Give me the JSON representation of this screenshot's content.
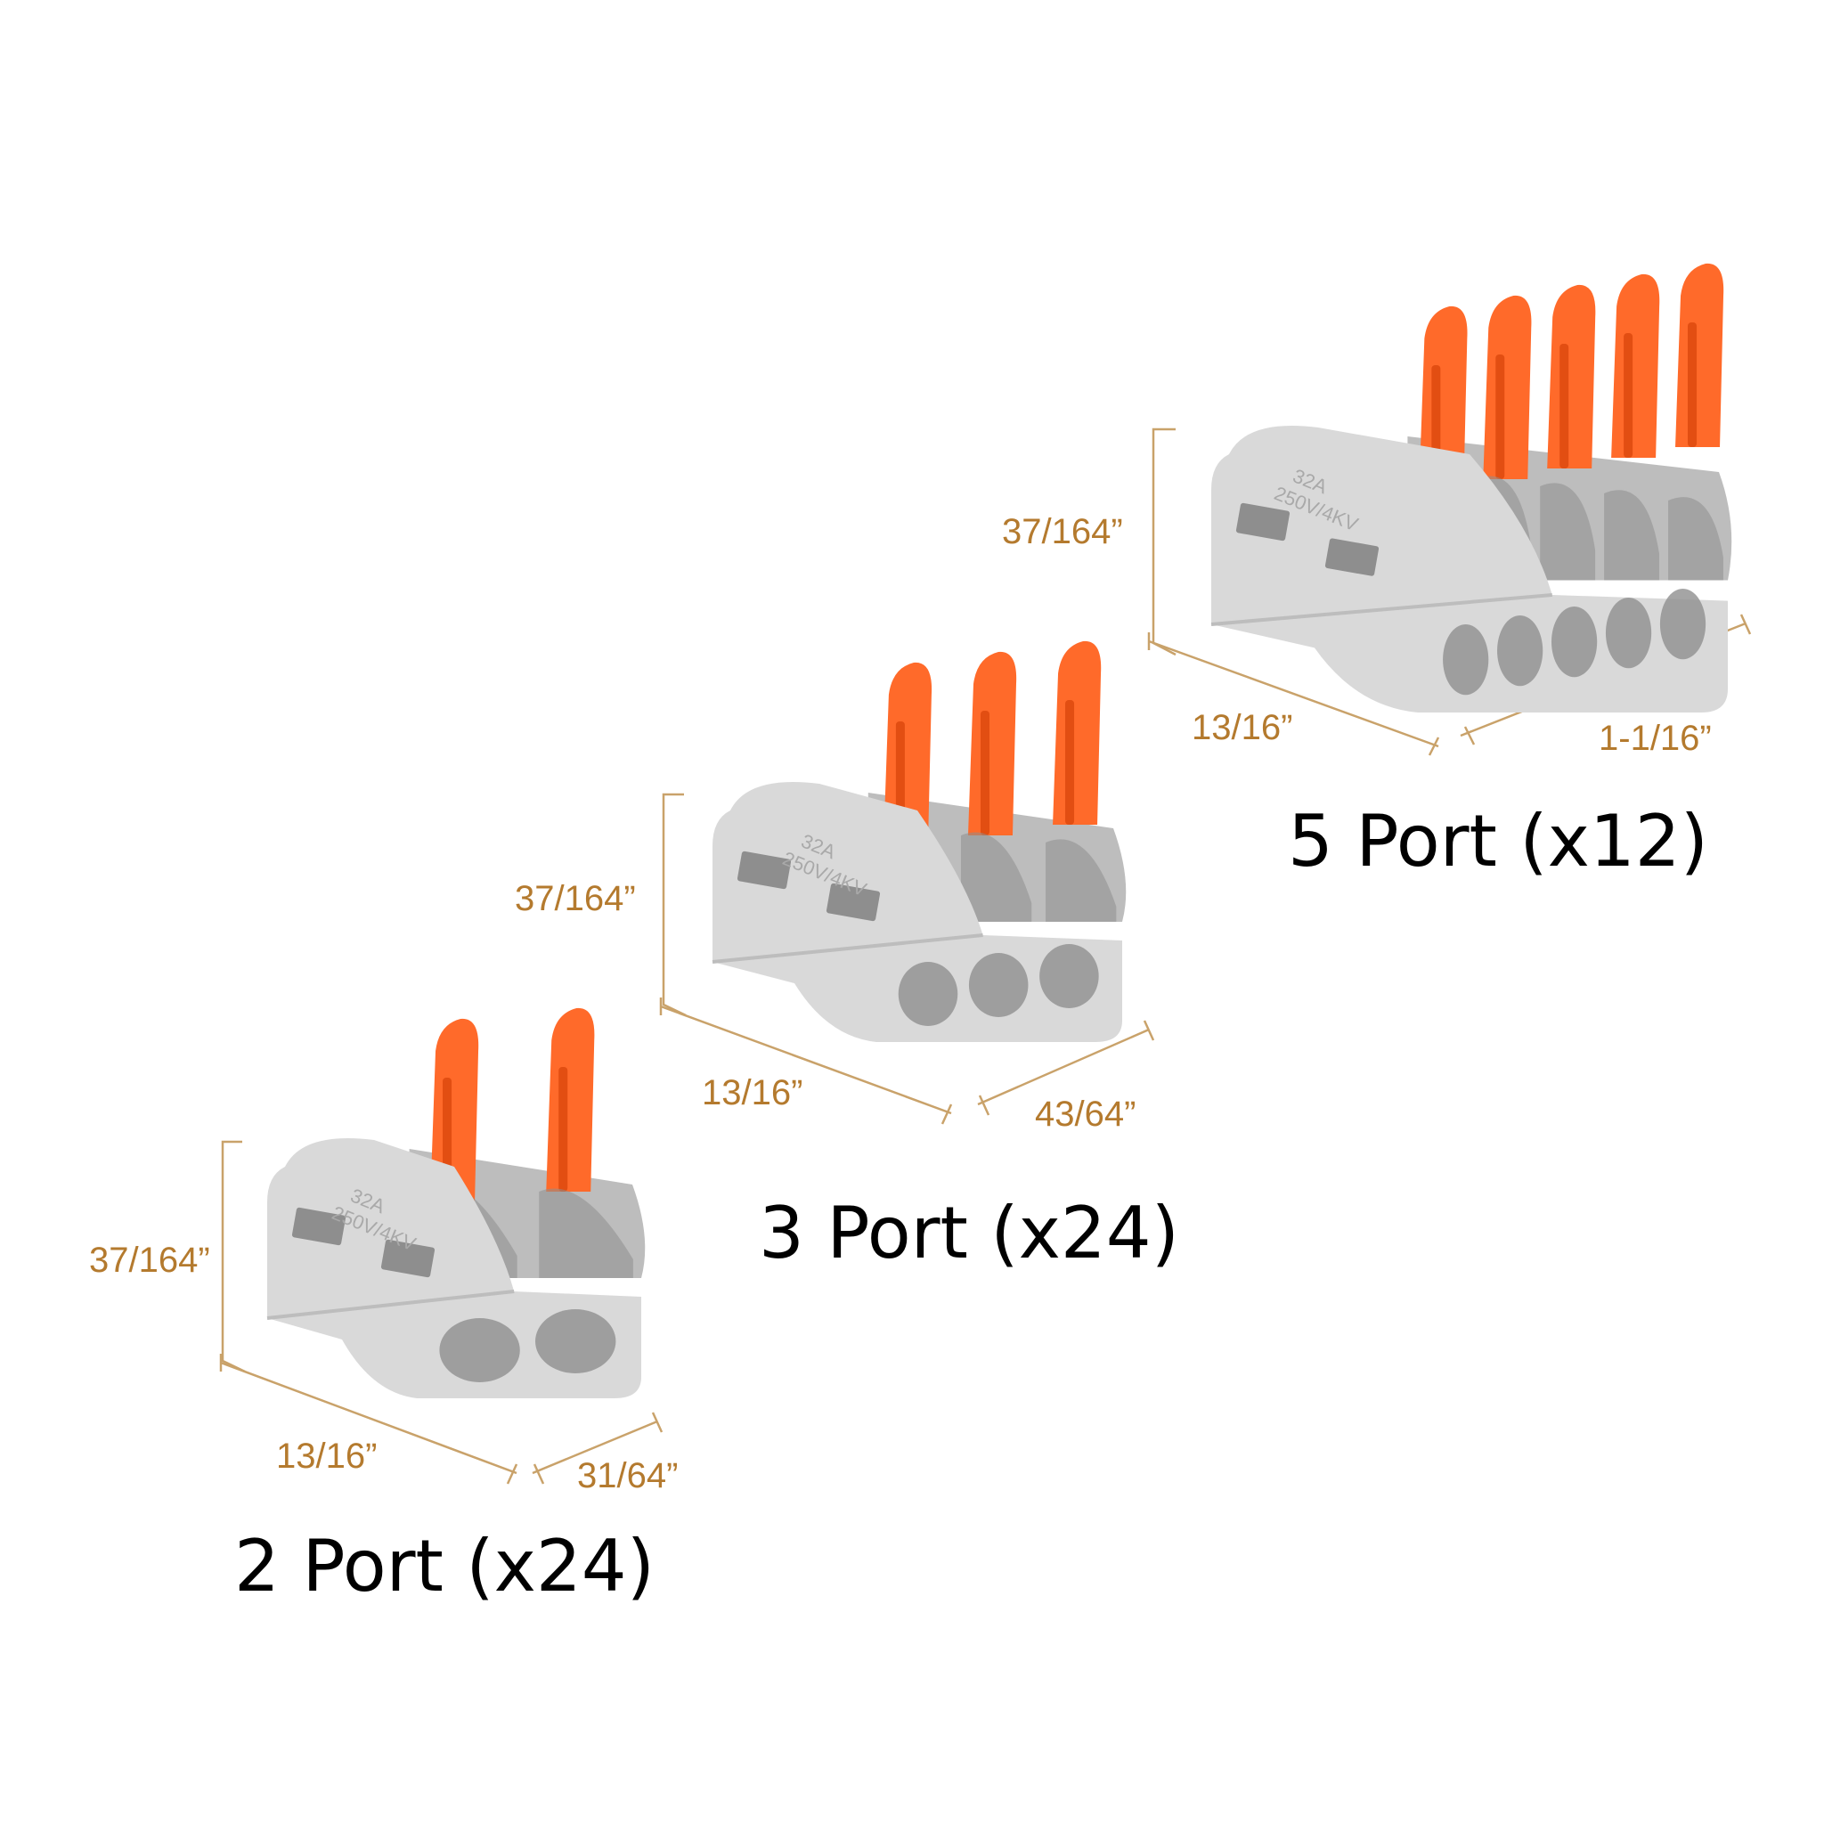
{
  "colors": {
    "background": "#ffffff",
    "housing": "#d9d9d9",
    "housing_shade": "#bdbdbd",
    "slot": "#8e8e8e",
    "lever": "#ff6a2a",
    "lever_shade": "#e24e12",
    "dimension": "#b47a2e",
    "caption": "#000000"
  },
  "icons": [
    "lever-wire-connector-icon",
    "dimension-bracket-icon"
  ],
  "connectors": [
    {
      "id": "five",
      "ports": 5,
      "caption": "5 Port (x12)",
      "rating_amps": "32A",
      "rating_volts": "250V/4KV",
      "dim_height": "37/164”",
      "dim_length": "13/16”",
      "dim_width": "1-1/16”"
    },
    {
      "id": "three",
      "ports": 3,
      "caption": "3 Port (x24)",
      "rating_amps": "32A",
      "rating_volts": "250V/4KV",
      "dim_height": "37/164”",
      "dim_length": "13/16”",
      "dim_width": "43/64”"
    },
    {
      "id": "two",
      "ports": 2,
      "caption": "2 Port (x24)",
      "rating_amps": "32A",
      "rating_volts": "250V/4KV",
      "dim_height": "37/164”",
      "dim_length": "13/16”",
      "dim_width": "31/64”"
    }
  ]
}
